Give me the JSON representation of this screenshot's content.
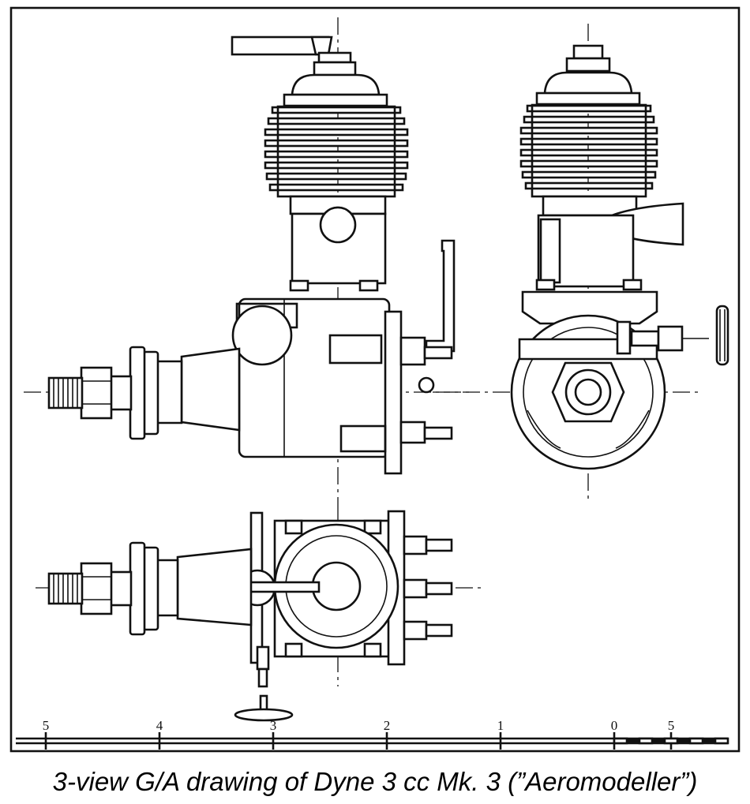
{
  "caption": "3-view G/A drawing of Dyne 3 cc Mk. 3 (”Aeromodeller”)",
  "scale": {
    "labels": [
      "5",
      "4",
      "3",
      "2",
      "1",
      "0",
      "5"
    ]
  },
  "colors": {
    "ink": "#111111",
    "paper": "#ffffff"
  }
}
